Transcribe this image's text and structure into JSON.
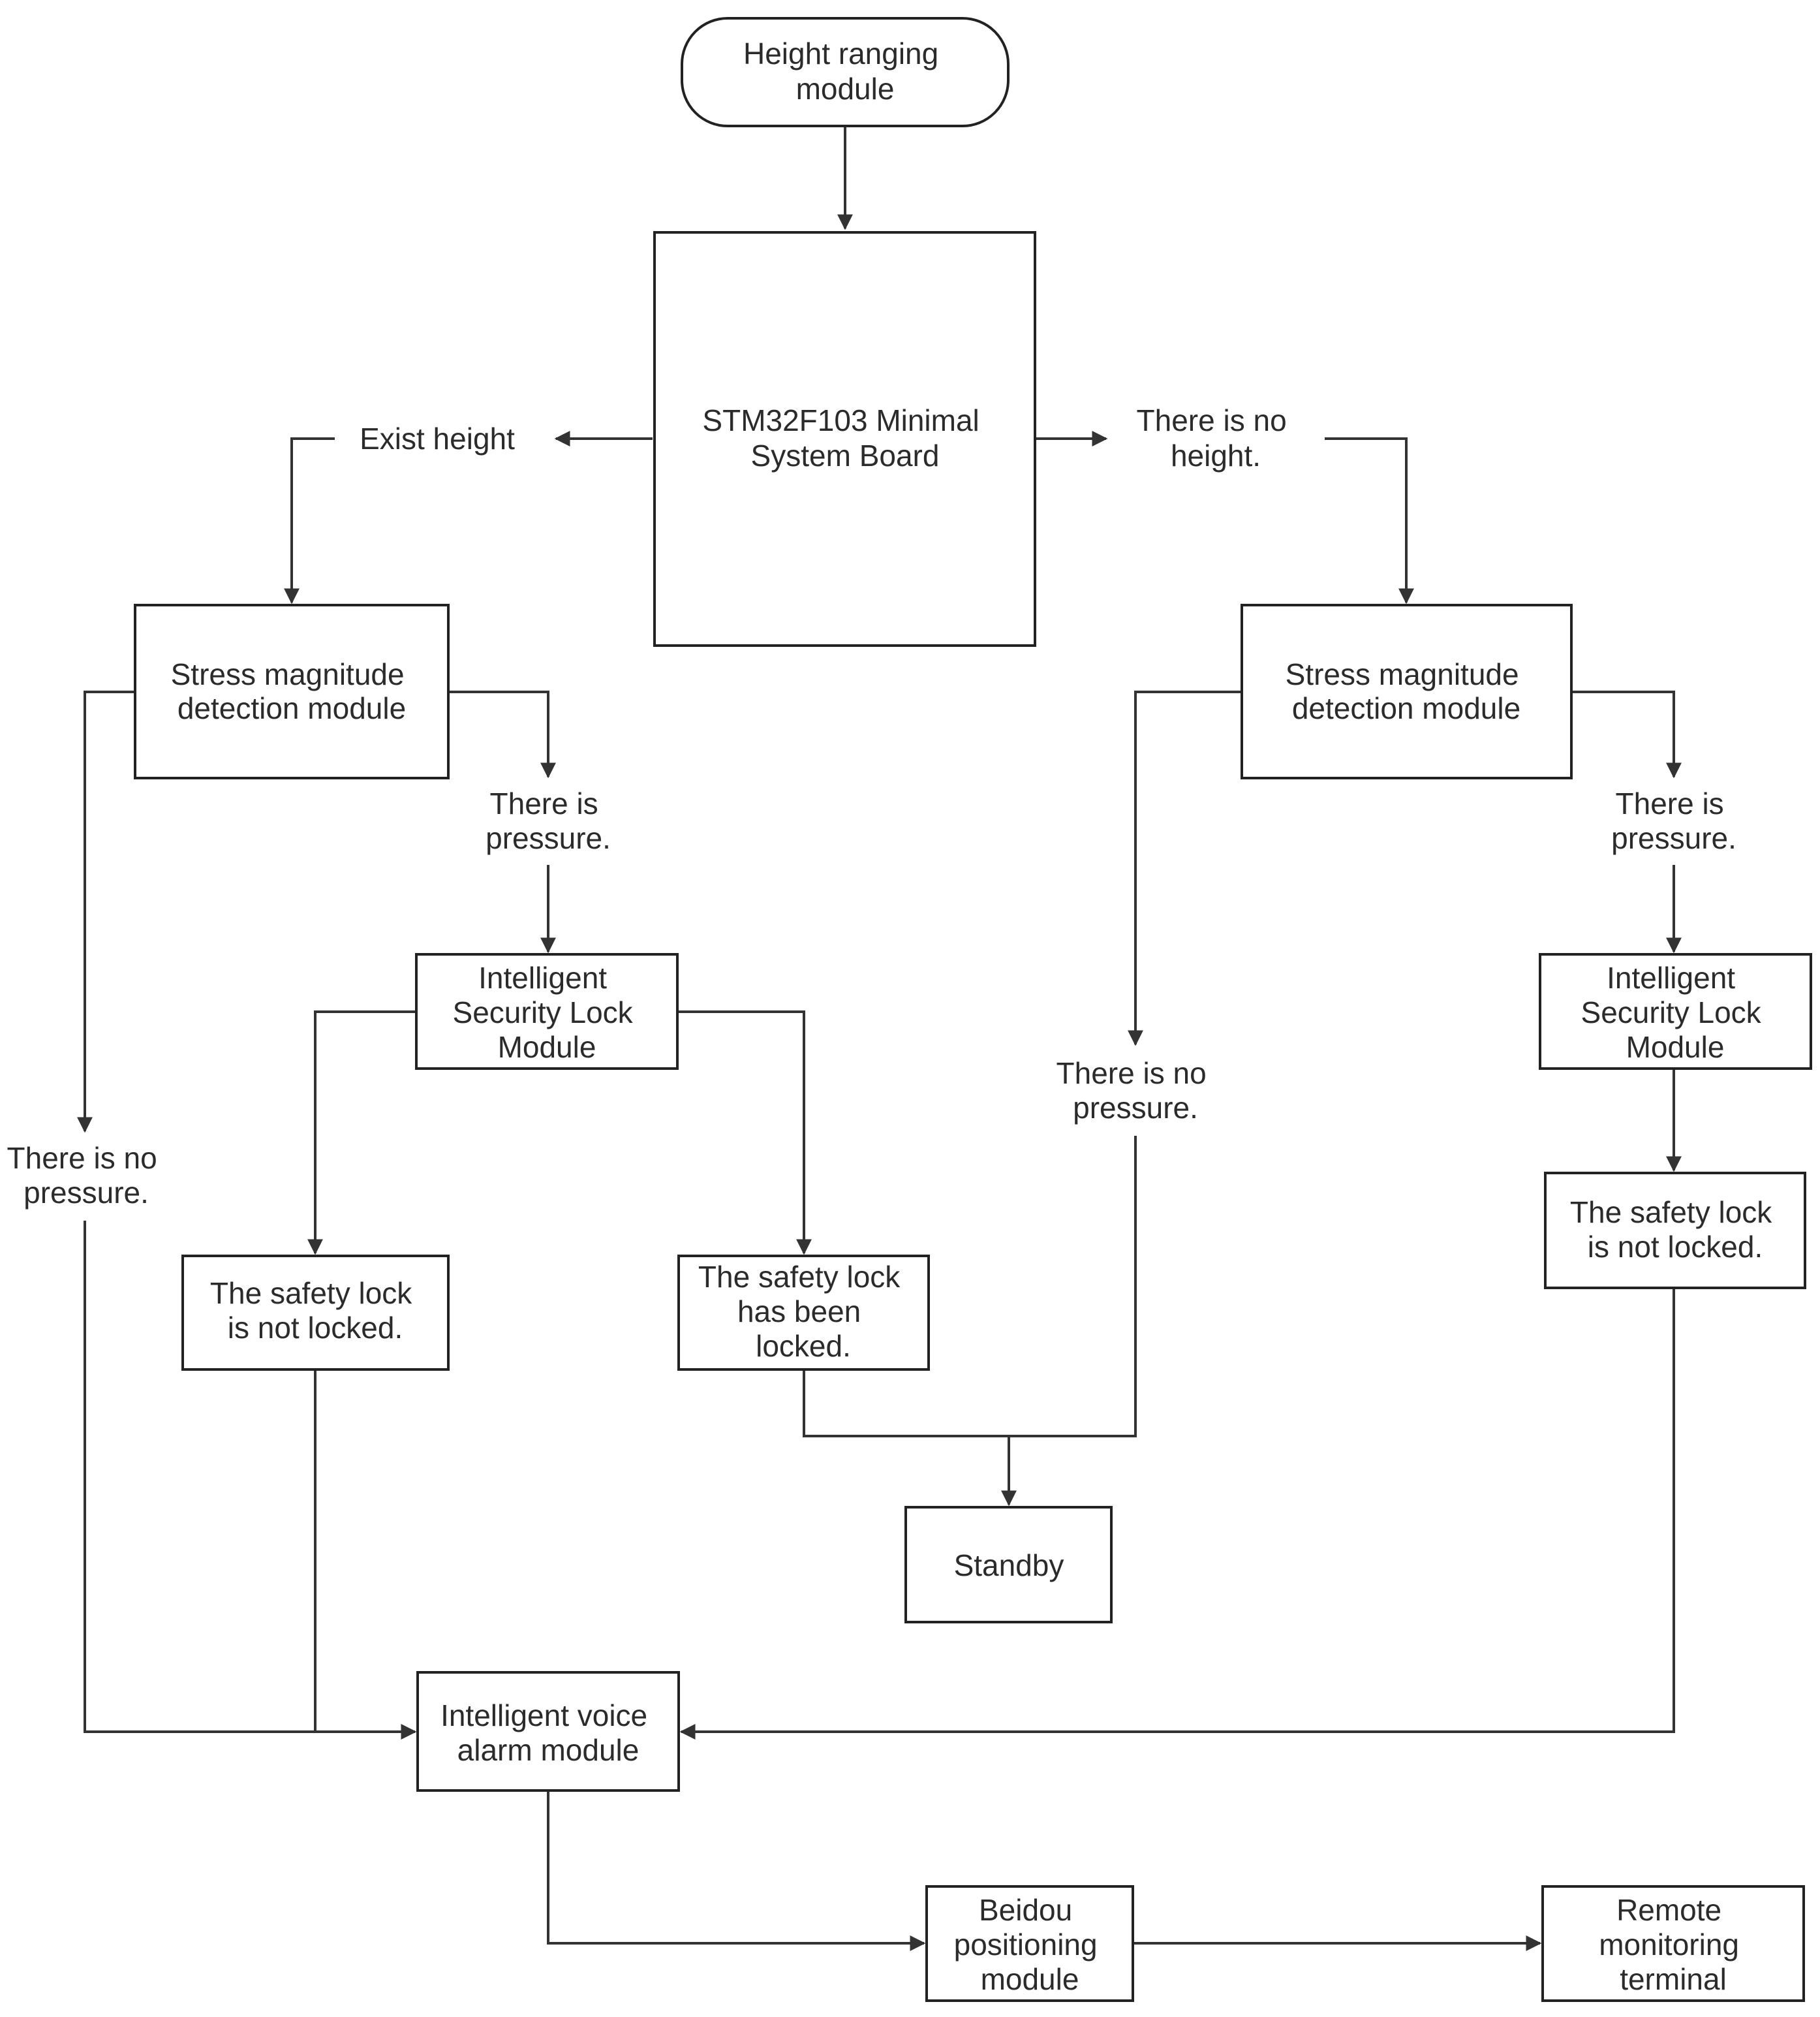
{
  "nodes": {
    "height_ranging": {
      "lines": [
        "Height ranging",
        "module"
      ]
    },
    "stm32": {
      "lines": [
        "STM32F103 Minimal",
        "System Board"
      ]
    },
    "stress_left": {
      "lines": [
        "Stress magnitude",
        "detection module"
      ]
    },
    "stress_right": {
      "lines": [
        "Stress magnitude",
        "detection module"
      ]
    },
    "lock_module_left": {
      "lines": [
        "Intelligent",
        "Security Lock",
        "Module"
      ]
    },
    "lock_module_right": {
      "lines": [
        "Intelligent",
        "Security Lock",
        "Module"
      ]
    },
    "not_locked_left": {
      "lines": [
        "The safety lock",
        "is not locked."
      ]
    },
    "locked": {
      "lines": [
        "The safety lock",
        "has been",
        "locked."
      ]
    },
    "not_locked_right": {
      "lines": [
        "The safety lock",
        "is not locked."
      ]
    },
    "standby": {
      "lines": [
        "Standby"
      ]
    },
    "voice_alarm": {
      "lines": [
        "Intelligent voice",
        "alarm module"
      ]
    },
    "beidou": {
      "lines": [
        "Beidou",
        "positioning",
        "module"
      ]
    },
    "remote": {
      "lines": [
        "Remote",
        "monitoring",
        "terminal"
      ]
    }
  },
  "edge_labels": {
    "exist_height": {
      "lines": [
        "Exist height"
      ]
    },
    "no_height": {
      "lines": [
        "There is no",
        "height."
      ]
    },
    "pressure_left": {
      "lines": [
        "There is",
        "pressure."
      ]
    },
    "pressure_right": {
      "lines": [
        "There is",
        "pressure."
      ]
    },
    "no_pressure_left": {
      "lines": [
        "There is no",
        "pressure."
      ]
    },
    "no_pressure_mid": {
      "lines": [
        "There is no",
        "pressure."
      ]
    }
  },
  "colors": {
    "stroke": "#222222",
    "text": "#2b2b2b",
    "background": "#ffffff"
  }
}
